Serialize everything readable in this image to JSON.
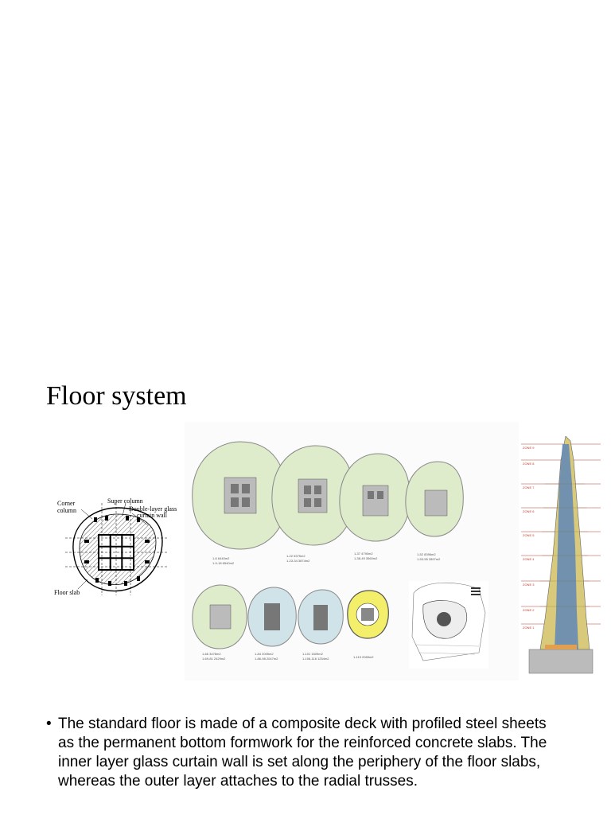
{
  "slide": {
    "title": "Floor system",
    "bullet": "The standard floor is made of a composite deck with profiled steel sheets as the permanent bottom formwork for the reinforced concrete slabs. The inner layer glass curtain wall is set along the periphery of the floor slabs, whereas the outer layer attaches to the radial trusses."
  },
  "diagram_labels": {
    "corner_column_1": "Corner",
    "corner_column_2": "column",
    "super_column": "Super column",
    "double_layer_1": "Double-layer glass",
    "double_layer_2": "curtain wall",
    "floor_slab": "Floor slab"
  },
  "colors": {
    "plan_fill_green": "#dfeccc",
    "plan_fill_blue": "#cfe3e8",
    "plan_fill_yellow": "#f3ef6a",
    "tower_glass": "#d9c97a",
    "zone_line": "#c0392b"
  }
}
